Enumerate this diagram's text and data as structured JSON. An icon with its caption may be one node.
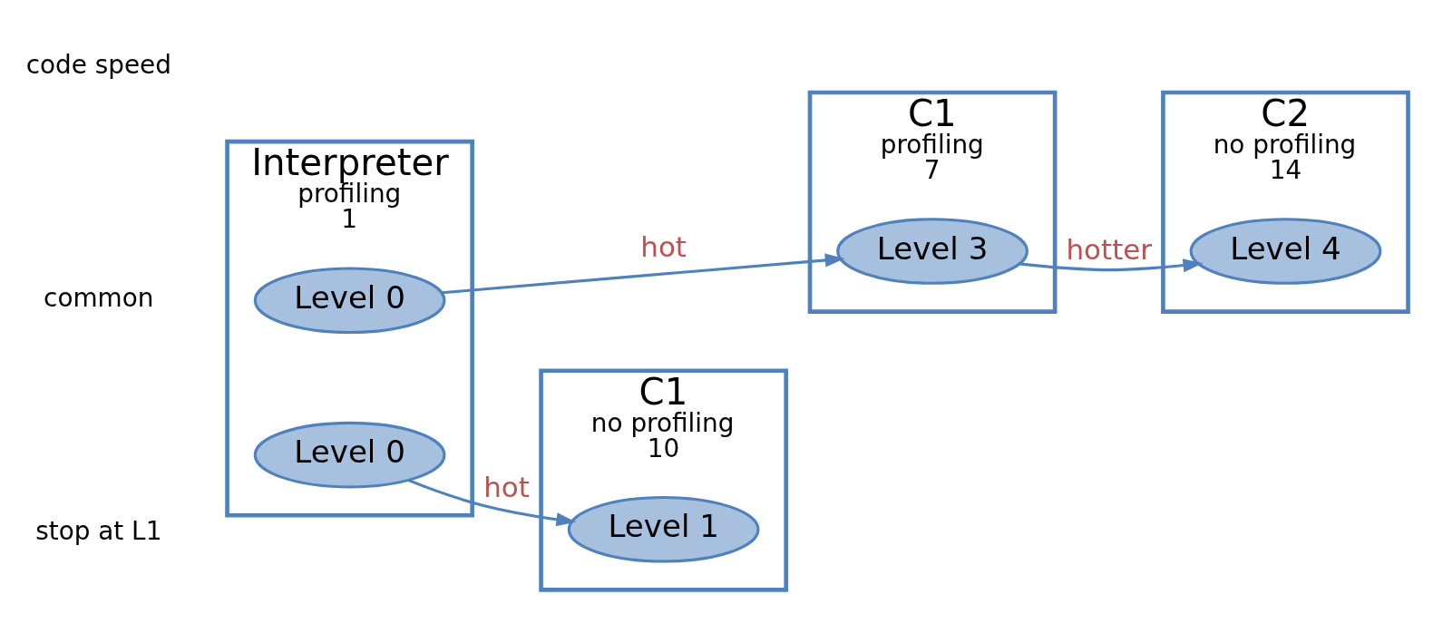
{
  "diagram": {
    "nodes": [
      {
        "text": [
          "Interpreter",
          "profiling",
          "1"
        ]
      },
      {
        "text": [
          "Level 0"
        ],
        "in": 0
      },
      {
        "text": [
          "Level 0"
        ],
        "in": 0
      },
      {
        "text": [
          "C1",
          "no profiling",
          "10"
        ]
      },
      {
        "text": [
          "Level 1"
        ],
        "in": 3
      },
      {
        "text": [
          "C1",
          "profiling",
          "7"
        ]
      },
      {
        "text": [
          "Level 3"
        ],
        "in": 5
      },
      {
        "text": [
          "C2",
          "no profiling",
          "14"
        ]
      },
      {
        "text": [
          "Level 4"
        ],
        "in": 7
      }
    ],
    "edges": [
      {
        "from": 1,
        "to": 6,
        "arrow": "to",
        "label": "hot"
      },
      {
        "from": 6,
        "to": 8,
        "arrow": "to",
        "label": "hotter"
      },
      {
        "from": 2,
        "to": 4,
        "arrow": "to",
        "label": "hot"
      }
    ],
    "labels": [
      "code speed",
      "common",
      "stop at L1"
    ]
  }
}
